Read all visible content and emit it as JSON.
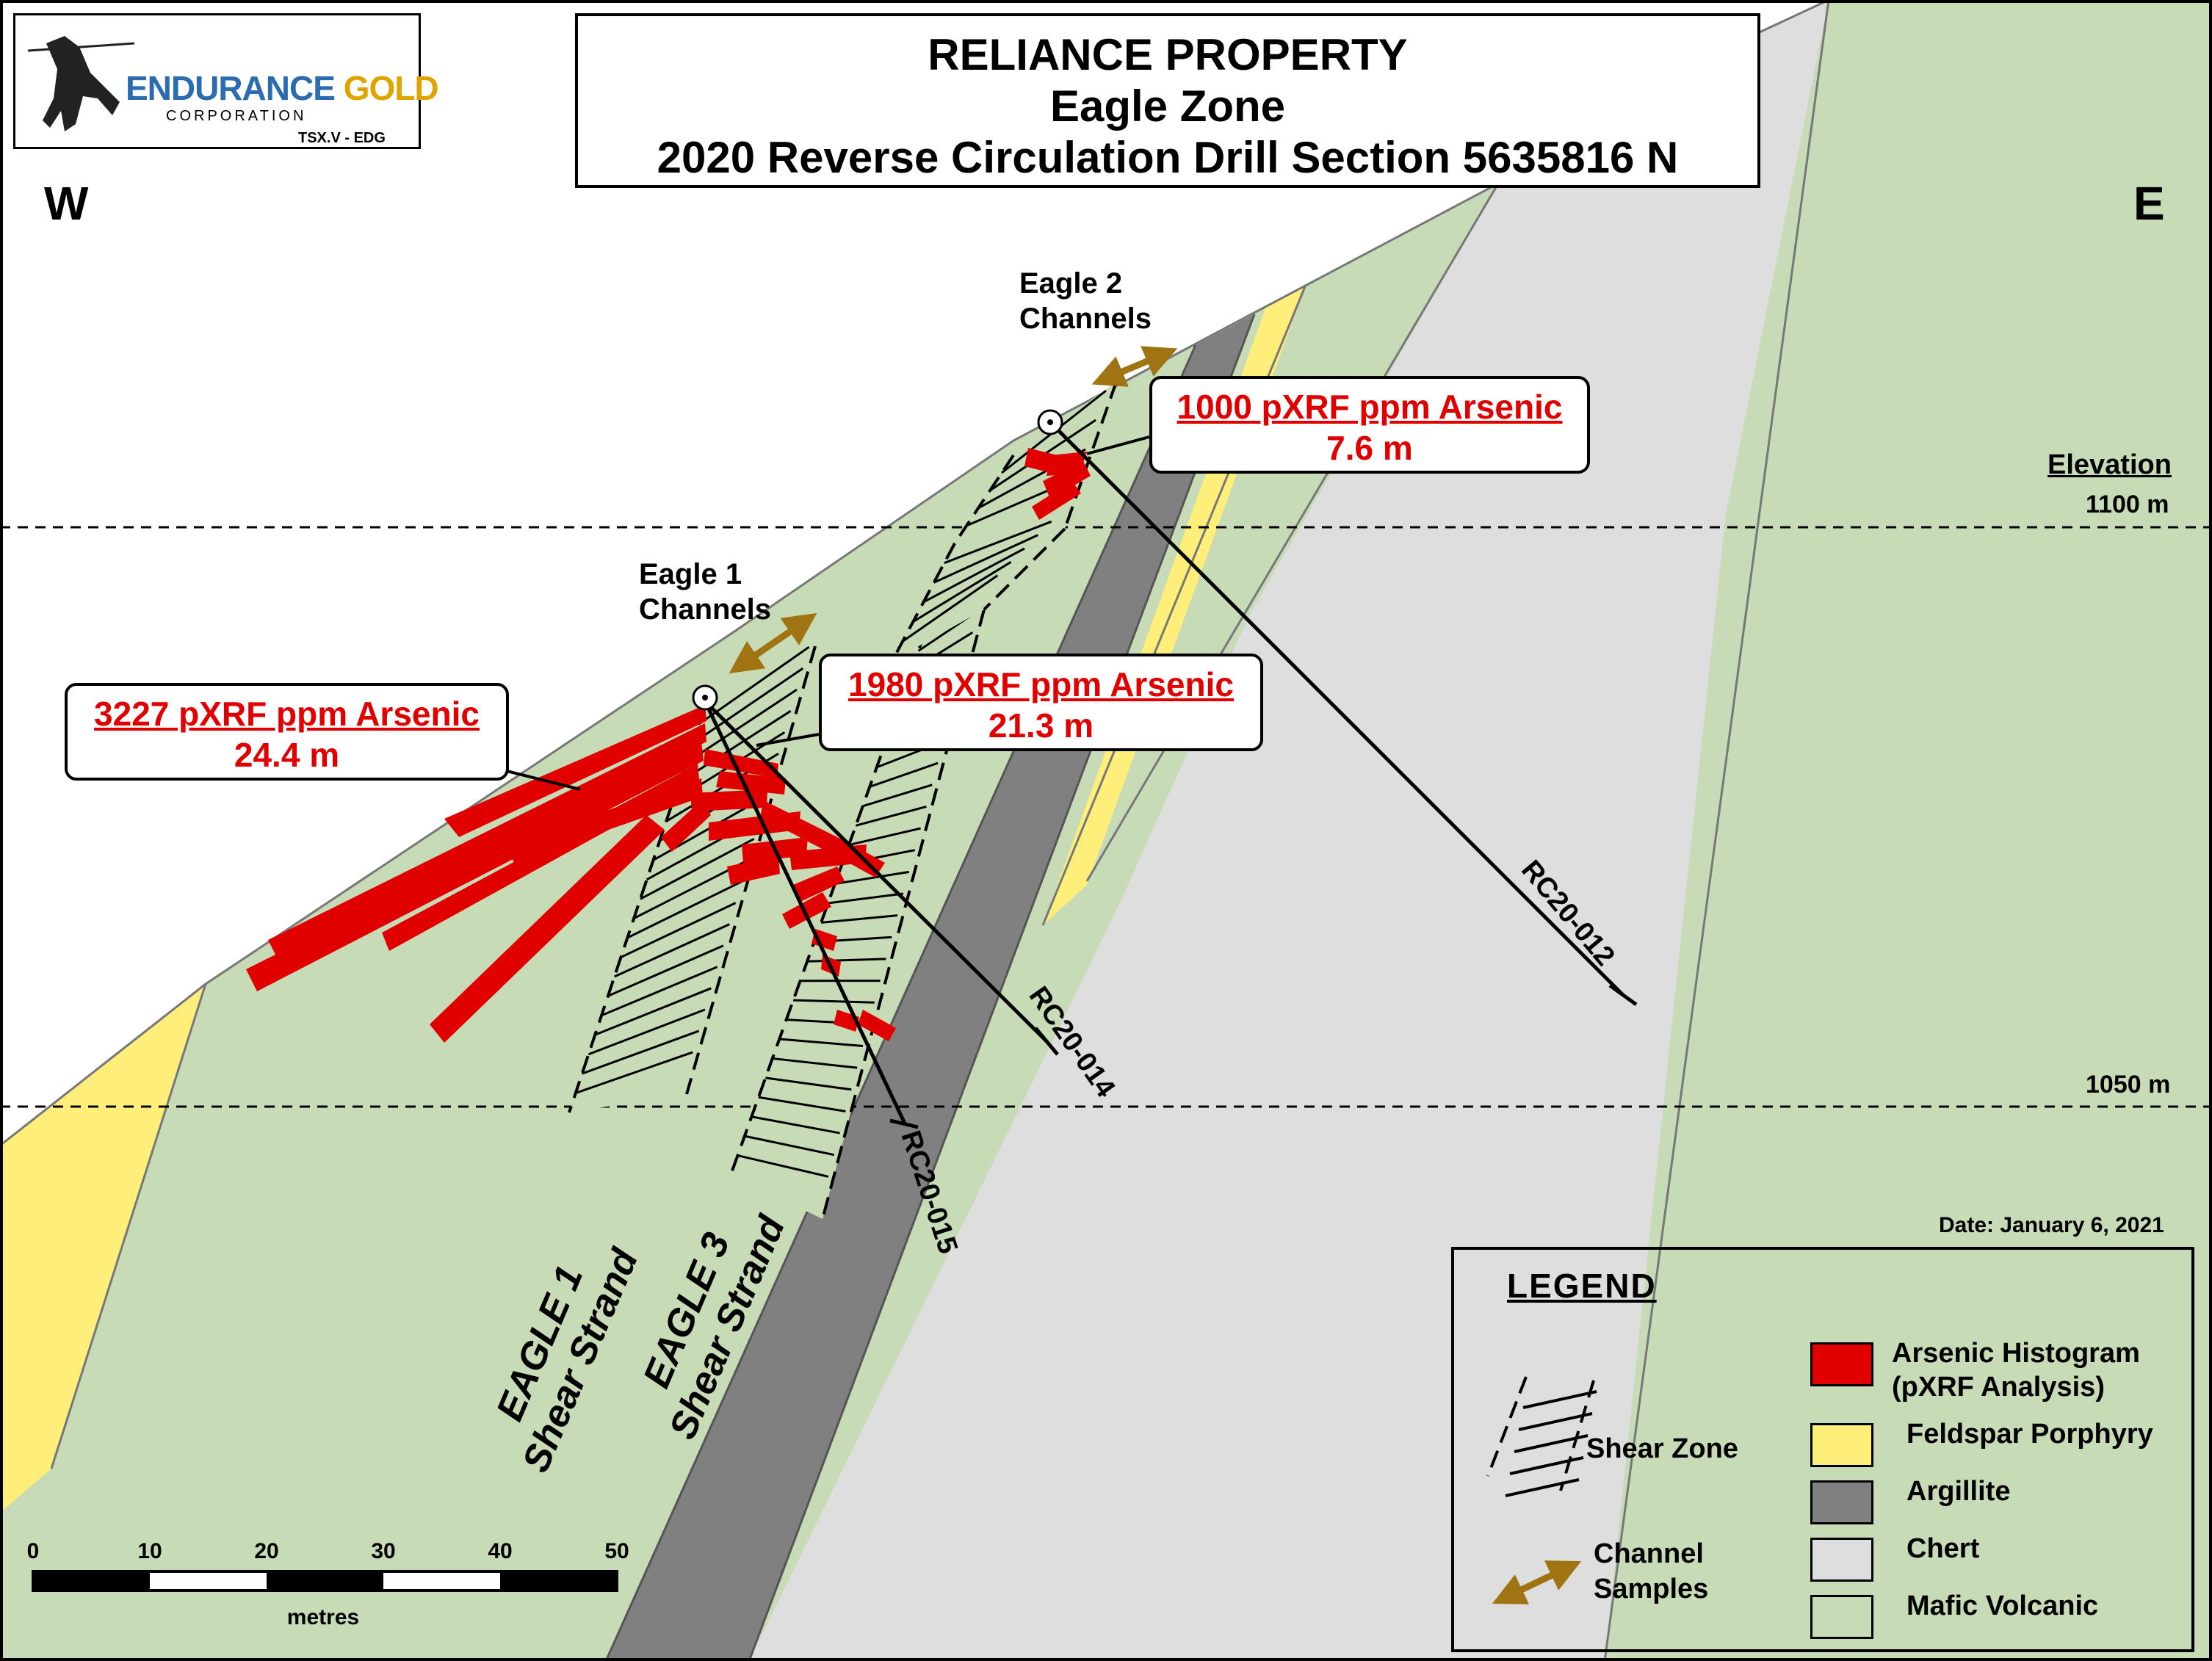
{
  "logo": {
    "name_part1": "ENDURANCE",
    "name_part2": "GOLD",
    "subtitle": "CORPORATION",
    "ticker": "TSX.V - EDG"
  },
  "title": {
    "line1": "RELIANCE PROPERTY",
    "line2": "Eagle Zone",
    "line3": "2020 Reverse Circulation Drill Section 5635816 N"
  },
  "compass": {
    "west": "W",
    "east": "E"
  },
  "elevation": {
    "header": "Elevation",
    "level_1100": "1100 m",
    "level_1050": "1050 m"
  },
  "channels": {
    "eagle2": [
      "Eagle 2",
      "Channels"
    ],
    "eagle1": [
      "Eagle 1",
      "Channels"
    ]
  },
  "callouts": [
    {
      "value": "1000 pXRF ppm Arsenic",
      "length": "7.6 m"
    },
    {
      "value": "1980 pXRF ppm Arsenic",
      "length": "21.3 m"
    },
    {
      "value": "3227 pXRF ppm Arsenic",
      "length": "24.4 m"
    }
  ],
  "holes": [
    "RC20-012",
    "RC20-014",
    "RC20-015"
  ],
  "strands": {
    "eagle1": [
      "EAGLE 1",
      "Shear Strand"
    ],
    "eagle3": [
      "EAGLE 3",
      "Shear Strand"
    ]
  },
  "date": "Date:  January 6, 2021",
  "scale": {
    "ticks": [
      "0",
      "10",
      "20",
      "30",
      "40",
      "50"
    ],
    "unit": "metres"
  },
  "legend": {
    "title": "LEGEND",
    "shear_zone": "Shear Zone",
    "channel_samples": [
      "Channel",
      "Samples"
    ],
    "items": [
      {
        "label": "Arsenic Histogram",
        "label2": "(pXRF Analysis)",
        "color": "#e00000"
      },
      {
        "label": "Feldspar Porphyry",
        "label2": "",
        "color": "#ffef7a"
      },
      {
        "label": "Argillite",
        "label2": "",
        "color": "#808080"
      },
      {
        "label": "Chert",
        "label2": "",
        "color": "#dedede"
      },
      {
        "label": "Mafic Volcanic",
        "label2": "",
        "color": "#c8dbb7"
      }
    ]
  },
  "colors": {
    "mafic": "#c8dbb7",
    "chert": "#dedede",
    "argillite": "#808080",
    "porphyry": "#ffef7a",
    "arsenic": "#e00000",
    "channel": "#a07412"
  }
}
